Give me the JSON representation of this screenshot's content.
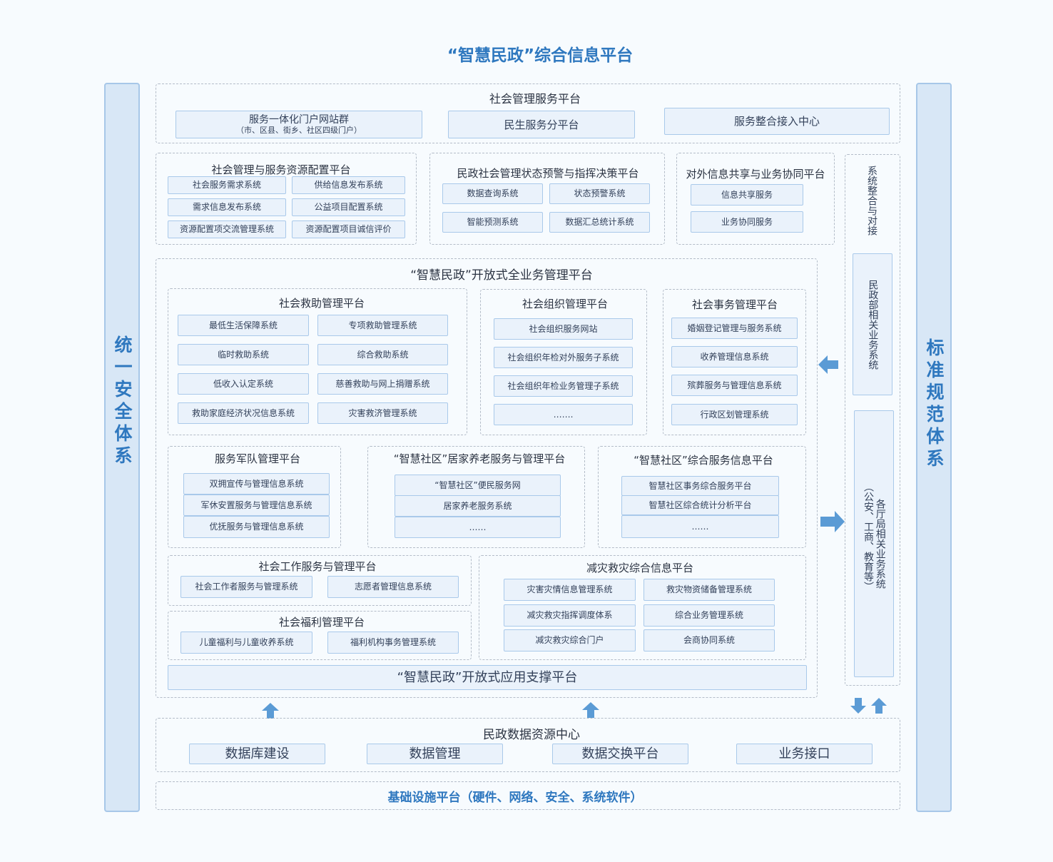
{
  "title": "“智慧民政”综合信息平台",
  "left_bar": "统一安全体系",
  "right_bar": "标准规范体系",
  "top": {
    "title": "社会管理服务平台",
    "portal": "服务一体化门户网站群",
    "portal_sub": "（市、区县、街乡、社区四级门户）",
    "livelihood": "民生服务分平台",
    "integration": "服务整合接入中心"
  },
  "resource": {
    "title": "社会管理与服务资源配置平台",
    "items": [
      "社会服务需求系统",
      "供给信息发布系统",
      "需求信息发布系统",
      "公益项目配置系统",
      "资源配置项交流管理系统",
      "资源配置项目诚信评价"
    ]
  },
  "warning": {
    "title": "民政社会管理状态预警与指挥决策平台",
    "items": [
      "数据查询系统",
      "状态预警系统",
      "智能预测系统",
      "数据汇总统计系统"
    ]
  },
  "sharing": {
    "title": "对外信息共享与业务协同平台",
    "items": [
      "信息共享服务",
      "业务协同服务"
    ]
  },
  "integration_side": {
    "title": "系统整合与对接",
    "ministry": "民政部相关业务系统",
    "bureaus": "各厅局相关业务系统",
    "bureaus_sub": "（公安、工商、教育等）"
  },
  "open": {
    "title": "“智慧民政”开放式全业务管理平台",
    "relief": {
      "title": "社会救助管理平台",
      "items": [
        "最低生活保障系统",
        "专项救助管理系统",
        "临时救助系统",
        "综合救助系统",
        "低收入认定系统",
        "慈善救助与网上捐赠系统",
        "救助家庭经济状况信息系统",
        "灾害救济管理系统"
      ]
    },
    "org": {
      "title": "社会组织管理平台",
      "items": [
        "社会组织服务网站",
        "社会组织年检对外服务子系统",
        "社会组织年检业务管理子系统",
        "……."
      ]
    },
    "affairs": {
      "title": "社会事务管理平台",
      "items": [
        "婚姻登记管理与服务系统",
        "收养管理信息系统",
        "殡葬服务与管理信息系统",
        "行政区划管理系统"
      ]
    },
    "military": {
      "title": "服务军队管理平台",
      "items": [
        "双拥宣传与管理信息系统",
        "军休安置服务与管理信息系统",
        "优抚服务与管理信息系统"
      ]
    },
    "elderly": {
      "title": "“智慧社区”居家养老服务与管理平台",
      "items": [
        "“智慧社区”便民服务网",
        "居家养老服务系统",
        "……"
      ]
    },
    "community": {
      "title": "“智慧社区”综合服务信息平台",
      "items": [
        "智慧社区事务综合服务平台",
        "智慧社区综合统计分析平台",
        "……"
      ]
    },
    "social_work": {
      "title": "社会工作服务与管理平台",
      "items": [
        "社会工作者服务与管理系统",
        "志愿者管理信息系统"
      ]
    },
    "welfare": {
      "title": "社会福利管理平台",
      "items": [
        "儿童福利与儿童收养系统",
        "福利机构事务管理系统"
      ]
    },
    "disaster": {
      "title": "减灾救灾综合信息平台",
      "items": [
        "灾害灾情信息管理系统",
        "救灾物资储备管理系统",
        "减灾救灾指挥调度体系",
        "综合业务管理系统",
        "减灾救灾综合门户",
        "会商协同系统"
      ]
    },
    "support": "“智慧民政”开放式应用支撑平台"
  },
  "data_center": {
    "title": "民政数据资源中心",
    "items": [
      "数据库建设",
      "数据管理",
      "数据交换平台",
      "业务接口"
    ]
  },
  "infra": "基础设施平台（硬件、网络、安全、系统软件）",
  "colors": {
    "accent": "#2f78bf",
    "arrow": "#5b9bd5",
    "box_fill": "#eaf2fb",
    "box_border": "#a9c9ea"
  }
}
